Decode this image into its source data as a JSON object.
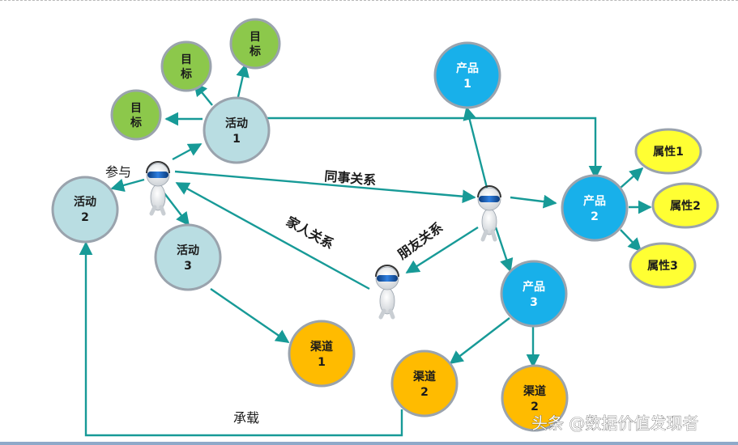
{
  "colors": {
    "activity": "#b9dde2",
    "target": "#8cc84b",
    "product": "#18b0ea",
    "attribute": "#ffff33",
    "channel": "#ffbb00",
    "edge": "#179a97",
    "node_stroke": "#9aa3ad"
  },
  "nodes": {
    "target1": {
      "line1": "目",
      "line2": "标"
    },
    "target2": {
      "line1": "目",
      "line2": "标"
    },
    "target3": {
      "line1": "目",
      "line2": "标"
    },
    "activity1": {
      "line1": "活动",
      "line2": "1"
    },
    "activity2": {
      "line1": "活动",
      "line2": "2"
    },
    "activity3": {
      "line1": "活动",
      "line2": "3"
    },
    "product1": {
      "line1": "产品",
      "line2": "1"
    },
    "product2": {
      "line1": "产品",
      "line2": "2"
    },
    "product3": {
      "line1": "产品",
      "line2": "3"
    },
    "attr1": {
      "line1": "属性1"
    },
    "attr2": {
      "line1": "属性2"
    },
    "attr3": {
      "line1": "属性3"
    },
    "channel1": {
      "line1": "渠道",
      "line2": "1"
    },
    "channel2a": {
      "line1": "渠道",
      "line2": "2"
    },
    "channel2b": {
      "line1": "渠道",
      "line2": "2"
    }
  },
  "labels": {
    "participate": "参与",
    "colleague": "同事关系",
    "family": "家人关系",
    "friend": "朋友关系",
    "carry": "承载"
  },
  "icons": {
    "person": "person-headset-icon"
  },
  "watermark": "头条 @数据价值发现者"
}
